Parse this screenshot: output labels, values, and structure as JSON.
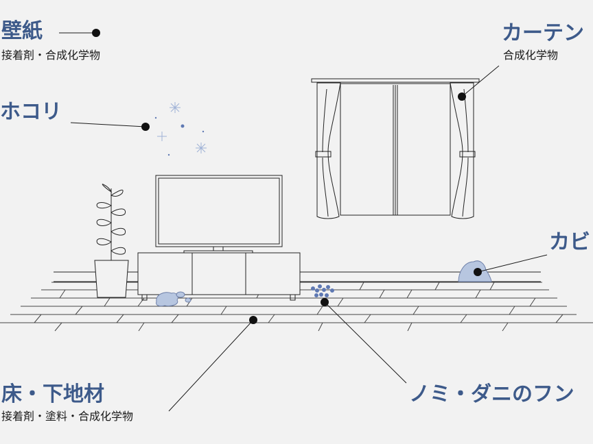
{
  "labels": {
    "wallpaper": {
      "title": "壁紙",
      "sub": "接着剤・合成化学物"
    },
    "dust": {
      "title": "ホコリ"
    },
    "curtain": {
      "title": "カーテン",
      "sub": "合成化学物"
    },
    "mold": {
      "title": "カビ"
    },
    "floor": {
      "title": "床・下地材",
      "sub": "接着剤・塗料・合成化学物"
    },
    "droppings": {
      "title": "ノミ・ダニのフン"
    }
  },
  "colors": {
    "accent": "#3d5a8a",
    "line": "#1a1a1a",
    "fill_blue": "#b7c6e0",
    "dot_blue": "#5f79b3"
  }
}
